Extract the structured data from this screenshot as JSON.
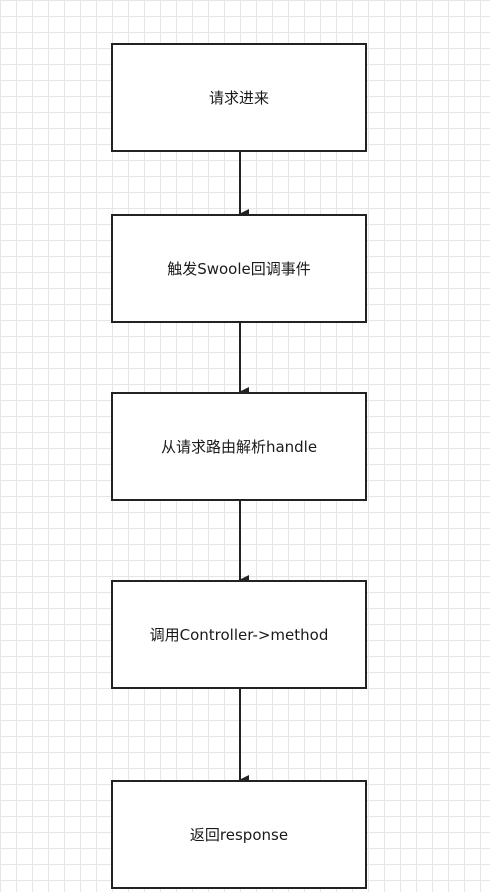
{
  "diagram": {
    "nodes": [
      {
        "id": "n1",
        "label": "请求进来"
      },
      {
        "id": "n2",
        "label": "触发Swoole回调事件"
      },
      {
        "id": "n3",
        "label": "从请求路由解析handle"
      },
      {
        "id": "n4",
        "label": "调用Controller->method"
      },
      {
        "id": "n5",
        "label": "返回response"
      }
    ],
    "edges": [
      {
        "from": "n1",
        "to": "n2"
      },
      {
        "from": "n2",
        "to": "n3"
      },
      {
        "from": "n3",
        "to": "n4"
      },
      {
        "from": "n4",
        "to": "n5"
      }
    ],
    "colors": {
      "stroke": "#222222",
      "grid": "#e6e6e6",
      "background": "#ffffff"
    }
  }
}
